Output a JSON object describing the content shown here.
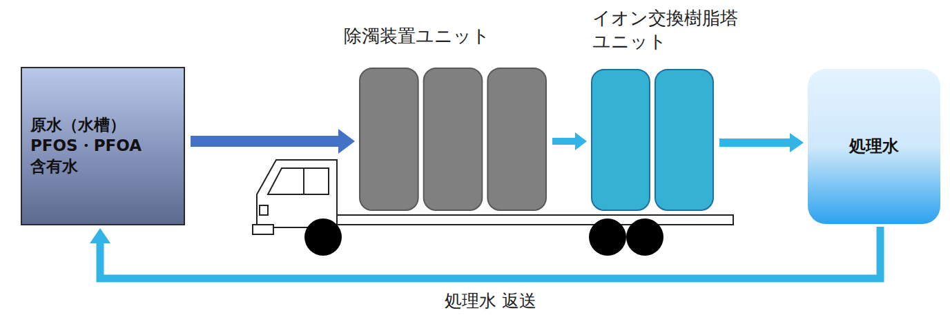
{
  "diagram": {
    "nodes": [
      {
        "text": [
          "原水（水槽） PFOS・PFOA 含有水"
        ]
      },
      {
        "text": [
          "除濁装置ユニット"
        ]
      },
      {
        "text": [
          "イオン交換樹脂塔 ユニット"
        ]
      },
      {
        "text": [
          "処理水"
        ]
      }
    ],
    "edges": [
      {
        "from": 0,
        "to": 1,
        "arrow": "to"
      },
      {
        "from": 1,
        "to": 2,
        "arrow": "to"
      },
      {
        "from": 2,
        "to": 3,
        "arrow": "to"
      },
      {
        "from": 3,
        "to": 0,
        "label": "処理水 返送",
        "arrow": "to"
      }
    ]
  }
}
